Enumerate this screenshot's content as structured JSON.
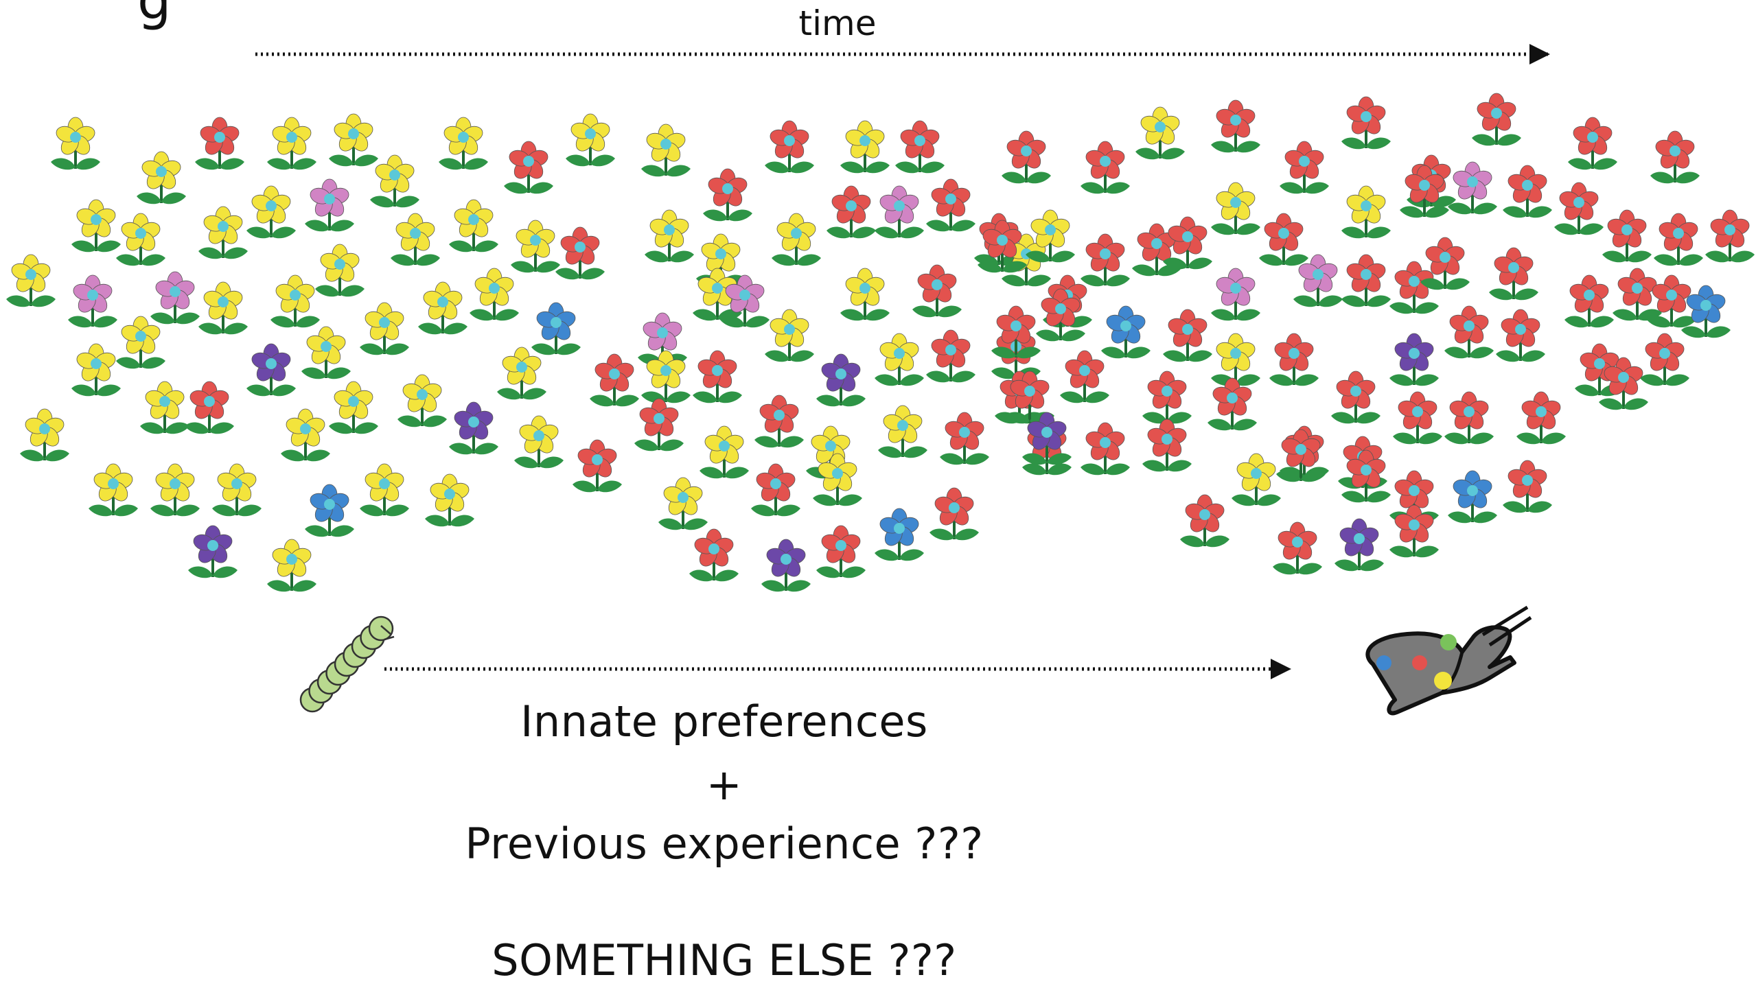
{
  "axis": {
    "label": "time"
  },
  "captions": {
    "line1": "Innate preferences",
    "line2": "+",
    "line3": "Previous experience ???",
    "line4": "SOMETHING ELSE ???"
  },
  "cut_off_text": "g",
  "colors": {
    "yellow": "#f3e43c",
    "red": "#e3524e",
    "pink": "#d184c4",
    "blue": "#3f87d0",
    "purple": "#6c48a8",
    "center": "#5bc8d8",
    "leaf": "#2e9446",
    "stem": "#1f6a33",
    "caterpillar": "#b9d98f",
    "butterfly_wing": "#7a7a7a"
  }
}
